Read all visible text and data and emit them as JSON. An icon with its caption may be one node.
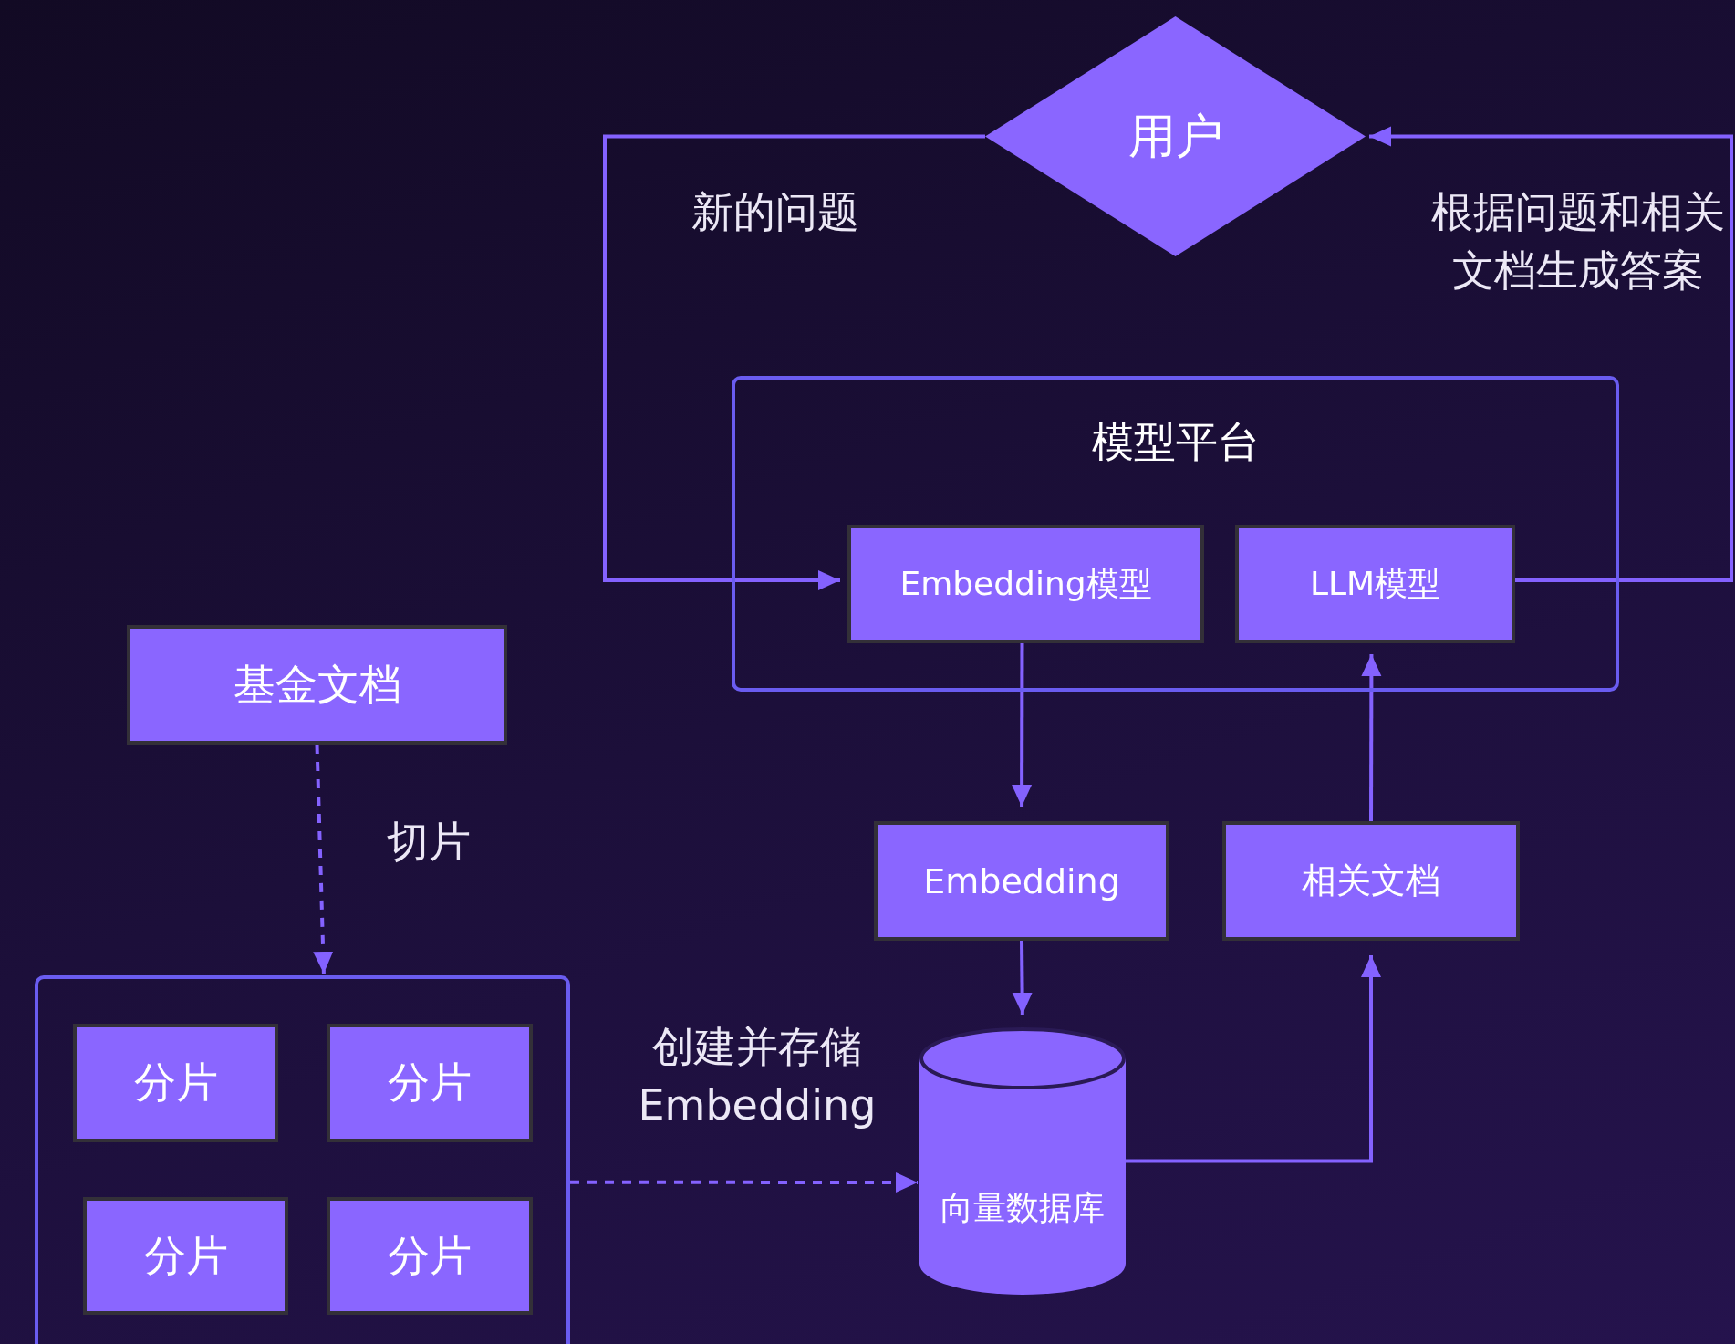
{
  "diagram": {
    "nodes": [
      {
        "text": [
          "用户"
        ]
      },
      {
        "text": [
          "模型平台"
        ]
      },
      {
        "text": [
          "Embedding模型"
        ],
        "in": 1
      },
      {
        "text": [
          "LLM模型"
        ],
        "in": 1
      },
      {
        "text": [
          "基金文档"
        ]
      },
      {
        "text": [],
        "shape": "box"
      },
      {
        "text": [
          "分片"
        ],
        "in": 5
      },
      {
        "text": [
          "分片"
        ],
        "in": 5
      },
      {
        "text": [
          "分片"
        ],
        "in": 5
      },
      {
        "text": [
          "分片"
        ],
        "in": 5
      },
      {
        "text": [
          "Embedding"
        ]
      },
      {
        "text": [
          "相关文档"
        ]
      },
      {
        "text": [
          "向量数据库"
        ]
      }
    ],
    "edges": [
      {
        "from": 0,
        "to": 2,
        "arrow": "to",
        "label": "新的问题"
      },
      {
        "from": 3,
        "to": 0,
        "arrow": "to",
        "label": "根据问题和相关文档生成答案"
      },
      {
        "from": 2,
        "to": 10,
        "arrow": "to"
      },
      {
        "from": 10,
        "to": 12,
        "arrow": "to"
      },
      {
        "from": 12,
        "to": 11,
        "arrow": "to"
      },
      {
        "from": 11,
        "to": 3,
        "arrow": "to"
      },
      {
        "from": 4,
        "to": 5,
        "arrow": "to",
        "style": "dashed",
        "label": "切片"
      },
      {
        "from": 5,
        "to": 12,
        "arrow": "to",
        "style": "dashed",
        "label": "创建并存储 Embedding"
      }
    ]
  }
}
